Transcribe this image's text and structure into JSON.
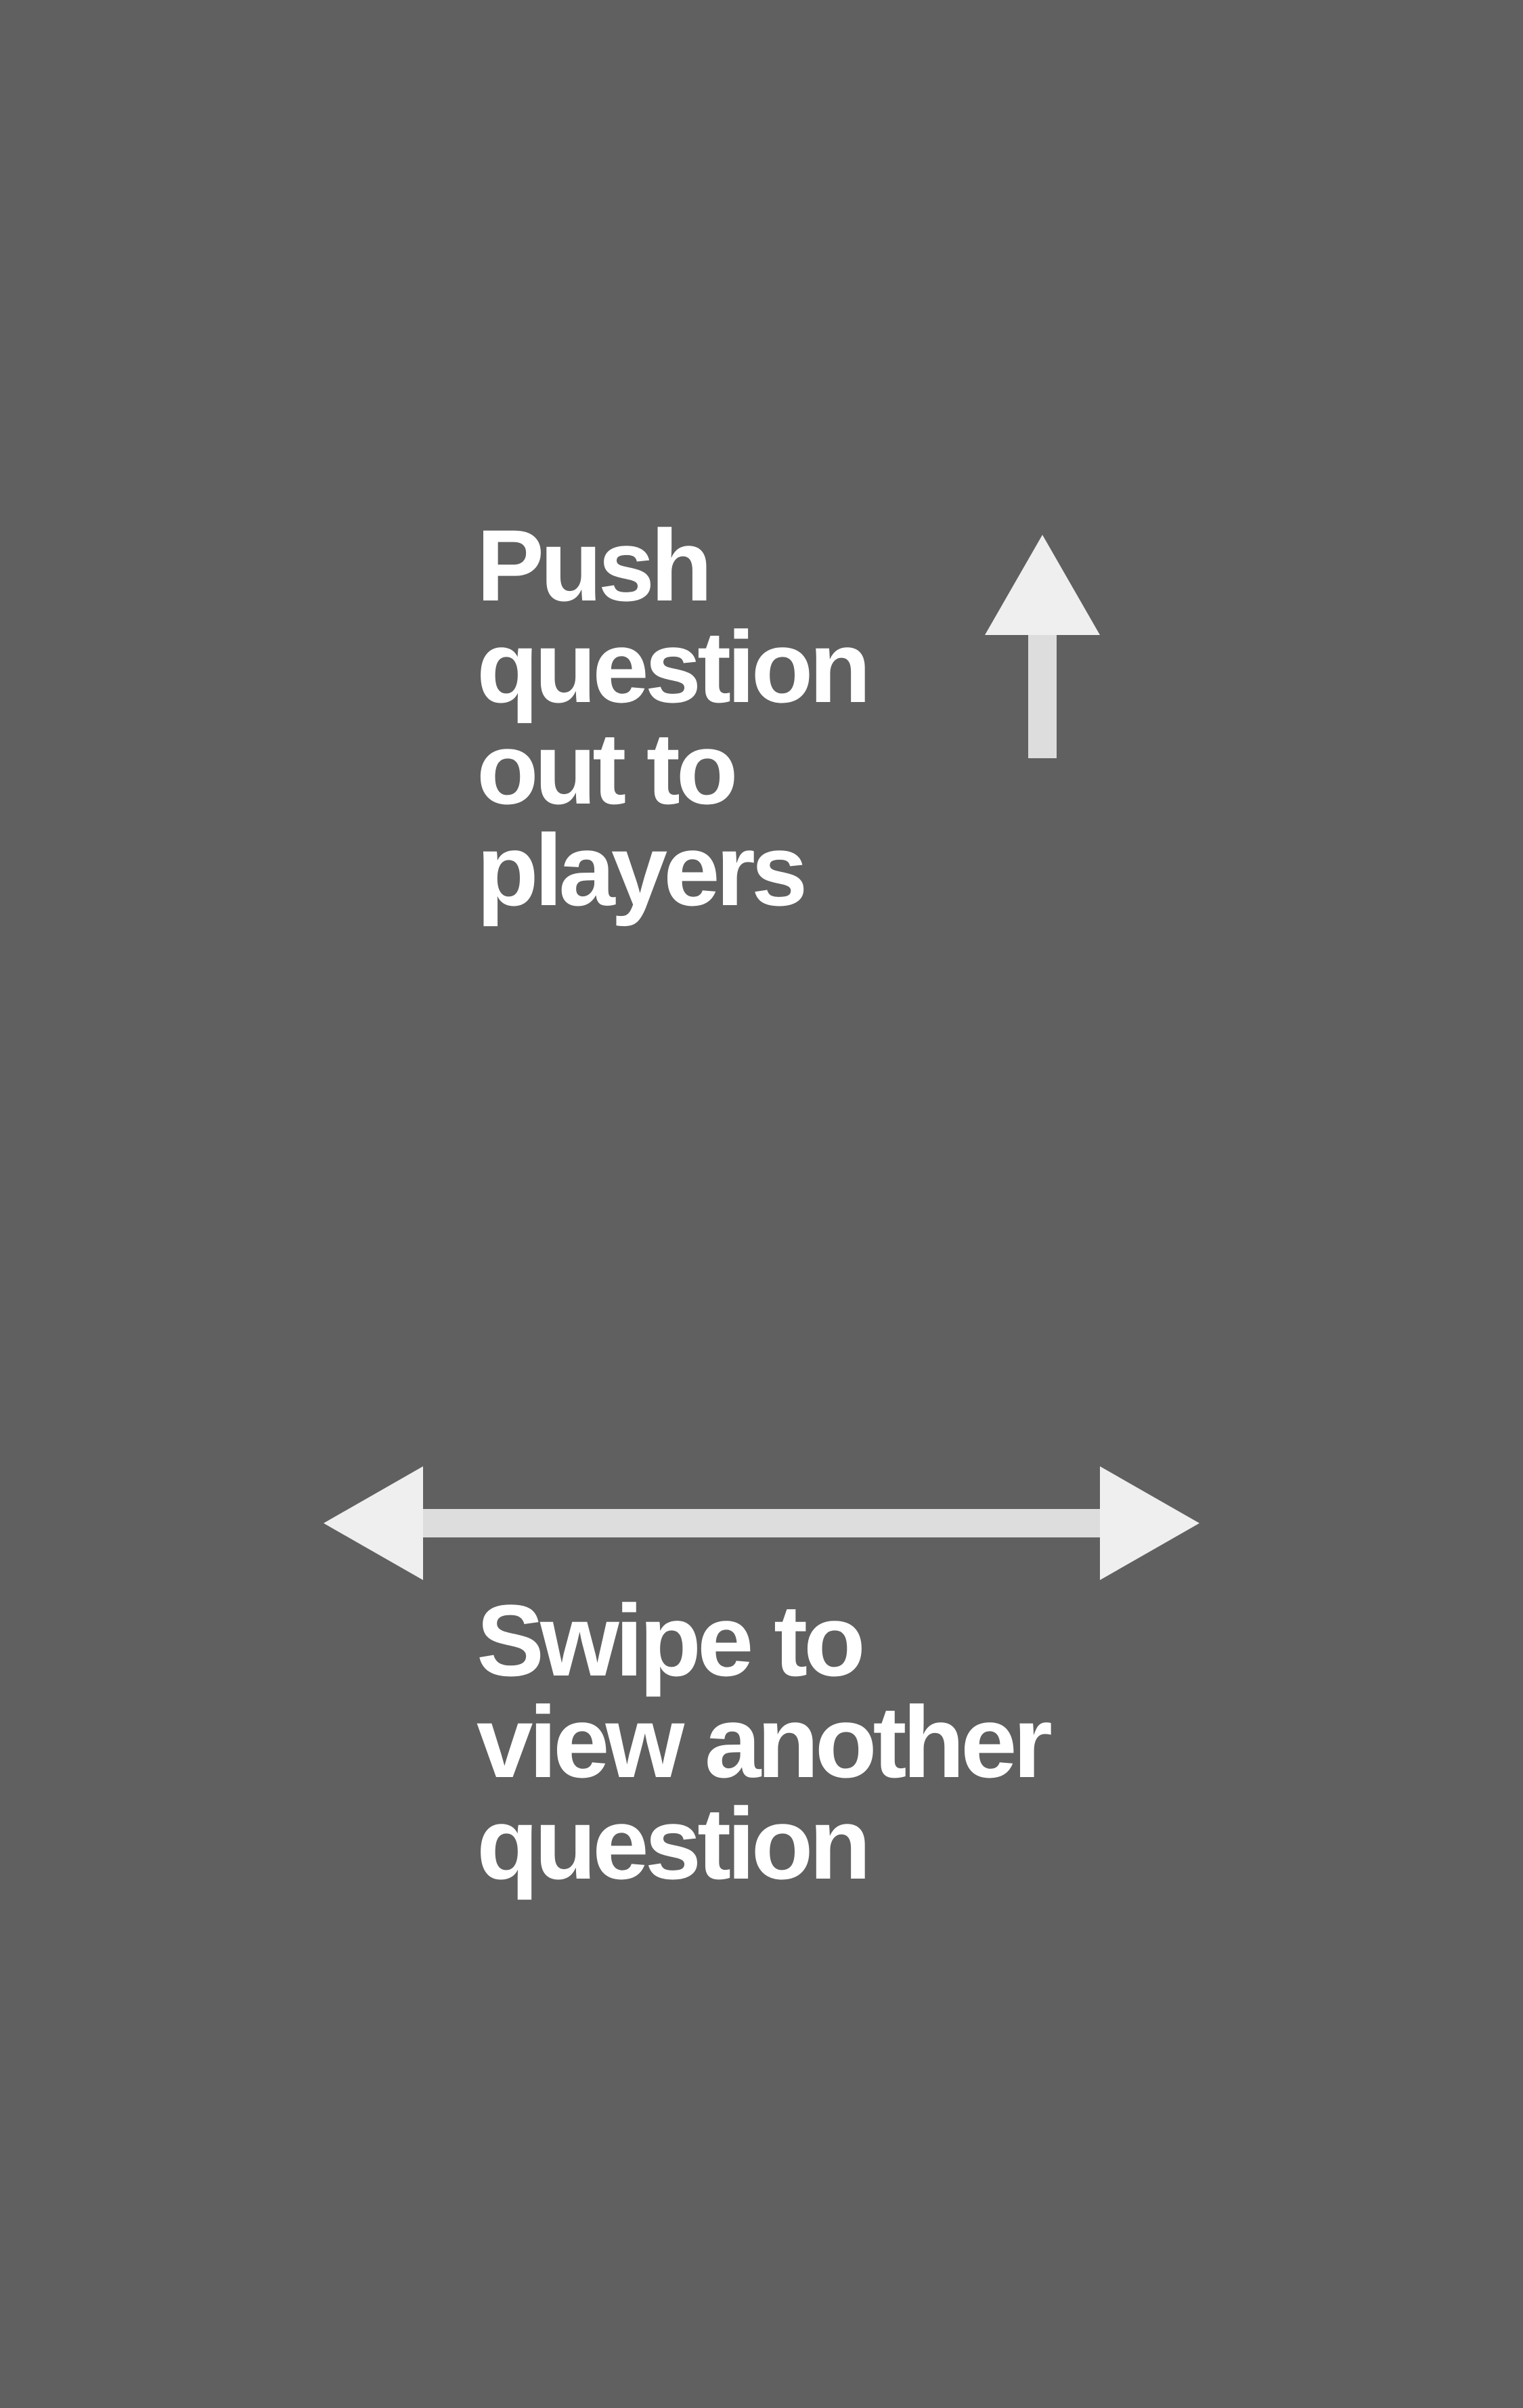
{
  "background_color": "#606060",
  "text_color": "#ffffff",
  "arrow_head_color": "#efefef",
  "arrow_shaft_color": "#dddddd",
  "hints": {
    "push": {
      "lines": [
        "Push",
        "question",
        "out to",
        "players"
      ],
      "icon": "arrow-up-icon"
    },
    "swipe": {
      "lines": [
        "Swipe to",
        "view another",
        "question"
      ],
      "icon": "arrow-left-right-icon"
    }
  }
}
